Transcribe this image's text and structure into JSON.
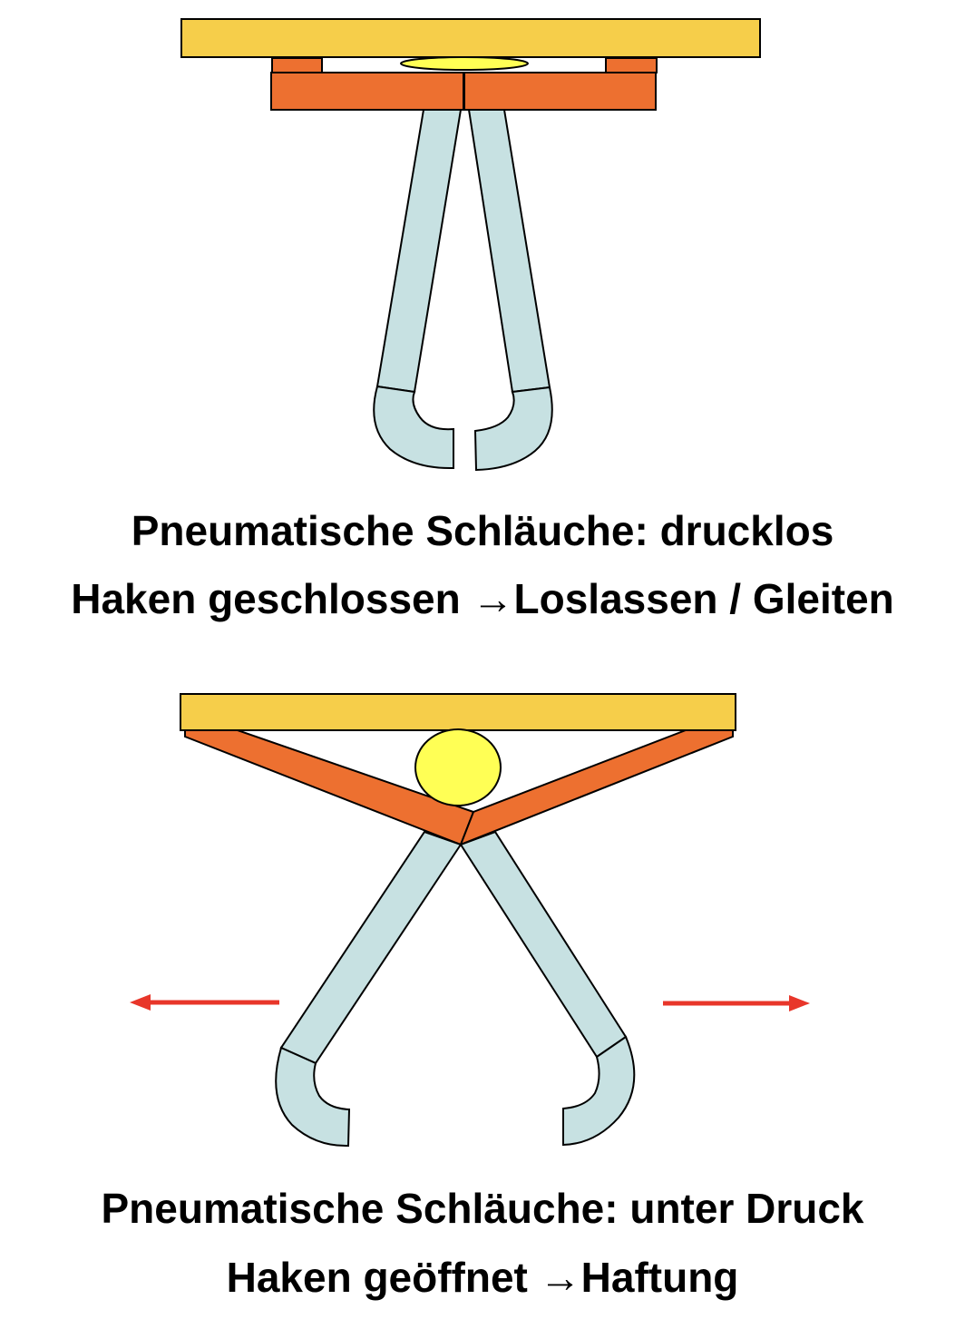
{
  "colors": {
    "plate": "#F6CE4A",
    "arm": "#ED7030",
    "tube": "#C7E1E2",
    "ball": "#FFFF55",
    "arrow": "#E8362A",
    "outline": "#000000"
  },
  "icons": {
    "left_arrow": "arrow-left-icon",
    "right_arrow": "arrow-right-icon"
  },
  "panels": {
    "closed": {
      "caption_line1": "Pneumatische Schläuche: drucklos",
      "caption_line2": "Haken geschlossen →Loslassen / Gleiten"
    },
    "open": {
      "caption_line1": "Pneumatische Schläuche: unter Druck",
      "caption_line2": "Haken geöffnet →Haftung"
    }
  }
}
